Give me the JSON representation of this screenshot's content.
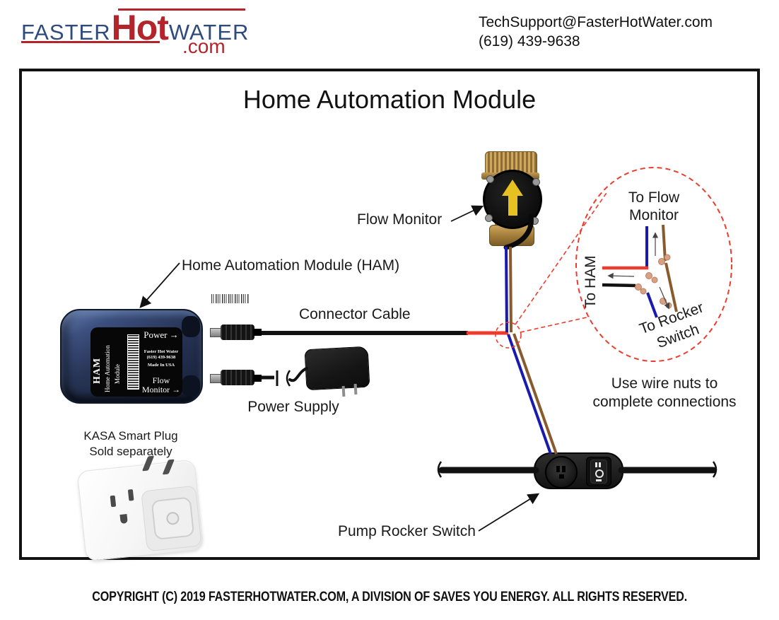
{
  "header": {
    "logo": {
      "faster": "FASTER",
      "hot": "Hot",
      "water": "WATER",
      "dotcom": ".com"
    },
    "email": "TechSupport@FasterHotWater.com",
    "phone": "(619) 439-9638"
  },
  "diagram": {
    "title": "Home Automation Module",
    "flow_monitor_label": "Flow Monitor",
    "ham_label": "Home Automation Module (HAM)",
    "connector_cable_label": "Connector Cable",
    "power_supply_label": "Power Supply",
    "kasa_line1": "KASA Smart Plug",
    "kasa_line2": "Sold separately",
    "pump_rocker_switch_label": "Pump Rocker Switch",
    "wire_nuts_line1": "Use wire nuts to",
    "wire_nuts_line2": "complete connections",
    "callout": {
      "to_flow_line1": "To Flow",
      "to_flow_line2": "Monitor",
      "to_ham": "To HAM",
      "to_rocker_line1": "To Rocker",
      "to_rocker_line2": "Switch"
    },
    "ham_device": {
      "acronym": "HAM",
      "name_line1": "Home Automation",
      "name_line2": "Module",
      "power_port": "Power",
      "arrow": "→",
      "info_line1": "Faster Hot Water",
      "info_line2": "(619) 439-9638",
      "info_line3": "Made In USA",
      "flow_port_line1": "Flow",
      "flow_port_line2": "Monitor"
    }
  },
  "footer": {
    "copyright": "COPYRIGHT (C) 2019 FASTERHOTWATER.COM, A DIVISION OF SAVES YOU ENERGY. ALL RIGHTS RESERVED."
  },
  "colors": {
    "logo_navy": "#2f4a7d",
    "logo_red": "#b3242b",
    "wire_blue": "#1a1aae",
    "wire_brown": "#8a5a2f",
    "wire_red": "#f03a2c",
    "callout_red": "#ed3b2e",
    "brass": "#b08d4a",
    "flow_arrow_yellow": "#e7c122"
  }
}
